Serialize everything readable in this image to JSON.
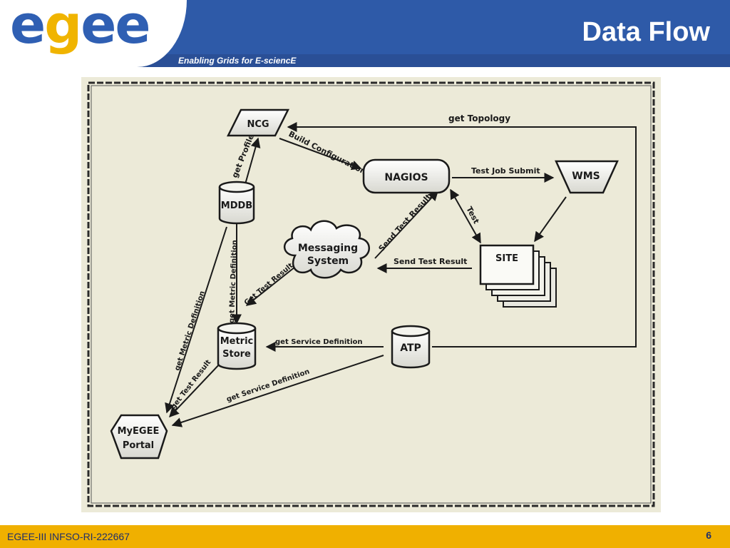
{
  "header": {
    "logo": "egee",
    "tagline": "Enabling Grids for E-sciencE",
    "title": "Data Flow"
  },
  "footer": {
    "left_text": "EGEE-III INFSO-RI-222667",
    "page_number": "6"
  },
  "diagram": {
    "nodes": {
      "ncg": "NCG",
      "nagios": "NAGIOS",
      "wms": "WMS",
      "mddb": "MDDB",
      "messaging_line1": "Messaging",
      "messaging_line2": "System",
      "site": "SITE",
      "metric_line1": "Metric",
      "metric_line2": "Store",
      "atp": "ATP",
      "myegee_line1": "MyEGEE",
      "myegee_line2": "Portal"
    },
    "edges": {
      "get_topology": "get Topology",
      "build_configuration": "Build Configuration",
      "get_profile": "get Profile",
      "test_job_submit": "Test Job Submit",
      "test": "Test",
      "send_test_result_1": "Send Test Result",
      "send_test_result_2": "Send Test Result",
      "get_metric_definition_1": "get Metric Definition",
      "get_metric_definition_2": "get Metric Definition",
      "get_test_result_1": "Get Test Result",
      "get_test_result_2": "get Test Result",
      "get_service_definition_1": "get Service Definition",
      "get_service_definition_2": "get Service Definition"
    }
  }
}
